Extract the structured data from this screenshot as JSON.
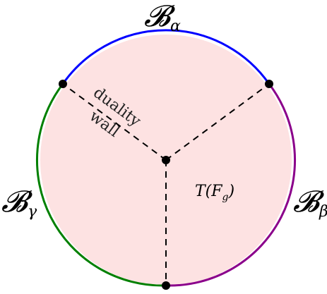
{
  "diagram": {
    "boundaries": {
      "alpha": {
        "label": "𝓑",
        "subscript": "α",
        "color": "#0000ff"
      },
      "beta": {
        "label": "𝓑",
        "subscript": "β",
        "color": "#8b008b"
      },
      "gamma": {
        "label": "𝓑",
        "subscript": "γ",
        "color": "#008000"
      }
    },
    "bulk": {
      "label_main": "T(F",
      "label_sub": "g",
      "label_close": ")",
      "fill": "#fde2e2"
    },
    "wall": {
      "line1": "duality",
      "line2": "wall"
    }
  }
}
